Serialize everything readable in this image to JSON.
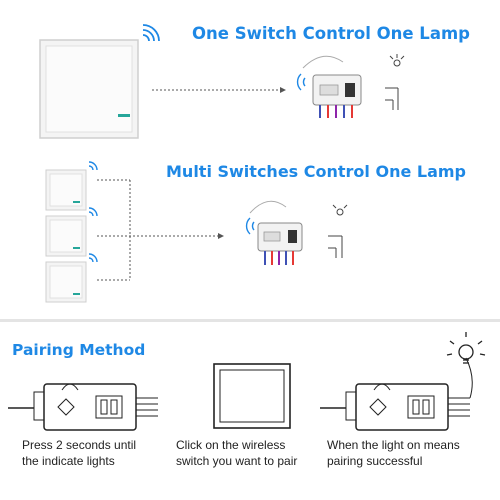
{
  "headings": {
    "one_switch": "One Switch Control One Lamp",
    "multi_switch": "Multi Switches Control One Lamp",
    "pairing": "Pairing Method"
  },
  "pairing_steps": [
    {
      "caption": "Press 2 seconds until\nthe indicate lights"
    },
    {
      "caption": "Click on the wireless\nswitch you want to pair"
    },
    {
      "caption": "When the light on means\npairing successful"
    }
  ],
  "colors": {
    "heading_blue": "#1e88e5",
    "indicator_teal": "#26a69a",
    "wire_blue": "#3f51b5",
    "wire_red": "#e53935",
    "wire_purple": "#8e24aa"
  },
  "icons": [
    "wifi-signal-icon",
    "wall-switch-icon",
    "receiver-module-icon",
    "lamp-icon",
    "bulb-icon"
  ]
}
